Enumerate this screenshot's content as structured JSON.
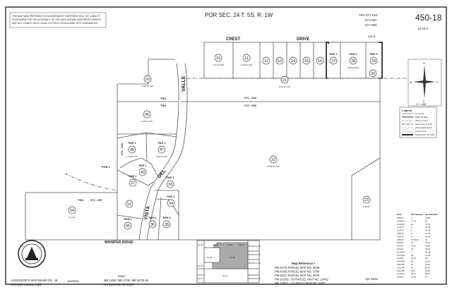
{
  "header": {
    "disclaimer": [
      "THIS MAP WAS PREPARED FOR ASSESSMENT PURPOSES ONLY. NO LIABILITY",
      "IS ASSUMED FOR THE ACCURACY OF THE DATA SHOWN. ASSESSOR'S PARCEL",
      "MAY NOT COMPLY WITH LOCAL LOT-SPLIT OR BUILDING SITE ORDINANCES."
    ],
    "title": "POR SEC. 24 T. 5S, R. 1W",
    "tra_codes": [
      "TRA 071-024",
      "071-057",
      "071-060"
    ],
    "book_page": "450-18",
    "sub_code": "13-16-1"
  },
  "streets": {
    "crest": "CREST",
    "drive": "DRIVE",
    "valle": "VALLE",
    "del": "DEL",
    "vista": "VISTA",
    "whisper_ridge": "WHISPER RIDGE",
    "lot_a": "LOT A"
  },
  "tra_labels": {
    "tra": "TRA",
    "north": "071 - 024",
    "south": "071 - 060",
    "west": "071 - 057",
    "vertical": "071 - 060",
    "por1": "POR 1"
  },
  "parcels": {
    "p10": {
      "num": "10",
      "area": "1.12 AC M/L"
    },
    "p11": {
      "num": "11",
      "area": "1.00 AC M/L"
    },
    "p12": {
      "num": "12"
    },
    "p13": {
      "num": "13"
    },
    "p14": {
      "num": "14"
    },
    "p15": {
      "num": "15"
    },
    "p16": {
      "num": "16"
    },
    "p27": {
      "num": "27",
      "par": "PAR 1"
    },
    "p28": {
      "num": "28",
      "par": "PAR 2",
      "area": "1.00 AC M/L"
    },
    "p29": {
      "num": "29",
      "par": "PAR 3"
    },
    "p20": {
      "num": "20"
    },
    "p21": {
      "num": "21",
      "area": "9.93 AC M/L"
    },
    "p22": {
      "num": "22",
      "area": "31.80 AC M/L"
    },
    "p23": {
      "num": "23",
      "area": "2.46 AC"
    },
    "p03": {
      "num": "03",
      "area": "3.33 AC M/L"
    },
    "p06": {
      "num": "06",
      "area": "3.30 AC M/L"
    },
    "p48": {
      "num": "48",
      "par": "PAR 2",
      "area": "1.10 AC N/T"
    },
    "p47": {
      "num": "47",
      "par": "PAR 1",
      "area": "1.00 AC N/T"
    },
    "p49": {
      "num": "49",
      "par": "PAR 1"
    },
    "p57": {
      "num": "57",
      "par": "PAR 2"
    },
    "p52": {
      "num": "52"
    },
    "p55": {
      "num": "55",
      "par": "PAR 3"
    },
    "p54": {
      "num": "54",
      "area": "5.1 AC"
    },
    "p33": {
      "num": "33",
      "par": "PAR 1"
    },
    "p34": {
      "num": "34",
      "par": "PAR 2"
    },
    "p36": {
      "num": "36",
      "par": "PAR 4"
    },
    "p35": {
      "num": "35",
      "par": "PAR 3"
    }
  },
  "compass": {
    "n": "N",
    "s": "S",
    "e": "E",
    "w": "W",
    "scale": "1\" = 200'"
  },
  "legend": {
    "title": "Legend",
    "items": [
      "Lot Lines",
      "Right Of Way",
      "Old Lot Lines",
      "Reference R.O.W.",
      "Other Easements",
      "Lease Area",
      "Subdivision Tic Mark"
    ]
  },
  "history_table": {
    "headers": [
      "Date",
      "Old Number",
      "New Number"
    ],
    "rows": [
      [
        "5/01/67",
        "3",
        "24/25"
      ],
      [
        "12/18/67",
        "17-18",
        "26"
      ],
      [
        "12/18/67",
        "24",
        "27-29"
      ],
      [
        "2/10/76",
        "8",
        "30-32"
      ],
      [
        "2/10/76",
        "6",
        "33-36"
      ],
      [
        "3/05/76",
        "8",
        "37-40"
      ],
      [
        "3/05/76",
        "6",
        "42-43"
      ],
      [
        "3/05/76",
        "37,38,40",
        "44"
      ],
      [
        "6/01/81",
        "44",
        "45,46"
      ],
      [
        "6/01/81",
        "39,41",
        "45,46"
      ],
      [
        "6/01/81",
        "28",
        "45,46"
      ],
      [
        "10/01/82",
        "7",
        "46-48"
      ],
      [
        "10/01/82",
        "46",
        "47,48"
      ],
      [
        "4/13/83",
        "13,44",
        "49"
      ],
      [
        "10/01/86",
        "50",
        "50,51"
      ],
      [
        "11/01/86",
        "55",
        "52,53"
      ],
      [
        "11/01/86",
        "51",
        "52,53"
      ],
      [
        "11/01/88",
        "5,33",
        "54,55"
      ],
      [
        "12/20/13",
        "29,41",
        "56,57"
      ],
      [
        "2/05/15",
        "51,55",
        "57"
      ]
    ]
  },
  "index_map": {
    "pages": [
      "Pg 09",
      "Pg 13",
      "Pg 14",
      "Pg 15",
      "Bk 500 Pg 46",
      "Pg 23",
      "Pg 18",
      "Bk 500 Pg 45",
      "Pg 16",
      "Bk 500 Pg 44",
      "Pg 17",
      "Pg 19",
      "Bk 500 Pg 43"
    ]
  },
  "data_block": {
    "title": "Data *",
    "lines": [
      "MB 44/56; MB 47/36; MB 52/33-34",
      "RS 50/34-35; RS 103/7"
    ]
  },
  "map_reference": {
    "title": "Map Reference *",
    "lines": [
      "PM 41/76  PARCEL MAP NO. 5949",
      "PM 43/38  PARCEL MAP NO. 5798",
      "PM 50/37  PARCEL MAP NO. 6079",
      "PM 101/92 - 93  PARCEL MAP NO. 16462",
      "MB 106/71 - 74  TRACT MAP NO. 8403"
    ]
  },
  "footer": {
    "map_id": "ASSESSOR'S MAP BK450 PG. 18",
    "county": "Riverside County, Calif.",
    "drafter": "jeventor",
    "date": "Apr 2015"
  },
  "seal": {
    "name": "county-seal-icon"
  }
}
